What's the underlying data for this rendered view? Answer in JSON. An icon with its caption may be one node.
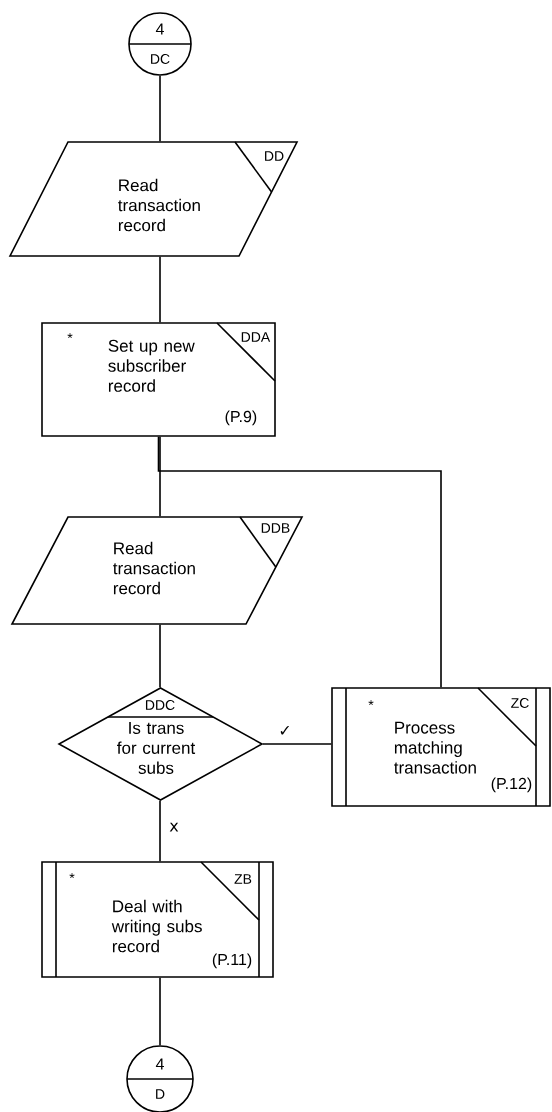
{
  "diagram": {
    "nodes": [
      {
        "text": [
          "4",
          "DC"
        ]
      },
      {
        "text": [
          "DD",
          "Read transaction record"
        ]
      },
      {
        "text": [
          "*",
          "DDA",
          "Set up new subscriber record",
          "(P.9)"
        ]
      },
      {
        "text": [
          "DDB",
          "Read transaction record"
        ]
      },
      {
        "text": [
          "DDC",
          "Is trans for current subs"
        ]
      },
      {
        "text": [
          "*",
          "ZC",
          "Process matching transaction",
          "(P.12)"
        ]
      },
      {
        "text": [
          "*",
          "ZB",
          "Deal with writing subs record",
          "(P.11)"
        ]
      },
      {
        "text": [
          "4",
          "D"
        ]
      }
    ],
    "edges": [
      {
        "from": 0,
        "to": 1,
        "arrow": "none"
      },
      {
        "from": 1,
        "to": 2,
        "arrow": "none"
      },
      {
        "from": 2,
        "to": 3,
        "arrow": "none"
      },
      {
        "from": 3,
        "to": 4,
        "arrow": "none"
      },
      {
        "from": 4,
        "to": 5,
        "arrow": "none",
        "label": "✓"
      },
      {
        "from": 5,
        "to": 2,
        "arrow": "none"
      },
      {
        "from": 4,
        "to": 6,
        "arrow": "none",
        "label": "x"
      },
      {
        "from": 6,
        "to": 7,
        "arrow": "none"
      }
    ]
  }
}
